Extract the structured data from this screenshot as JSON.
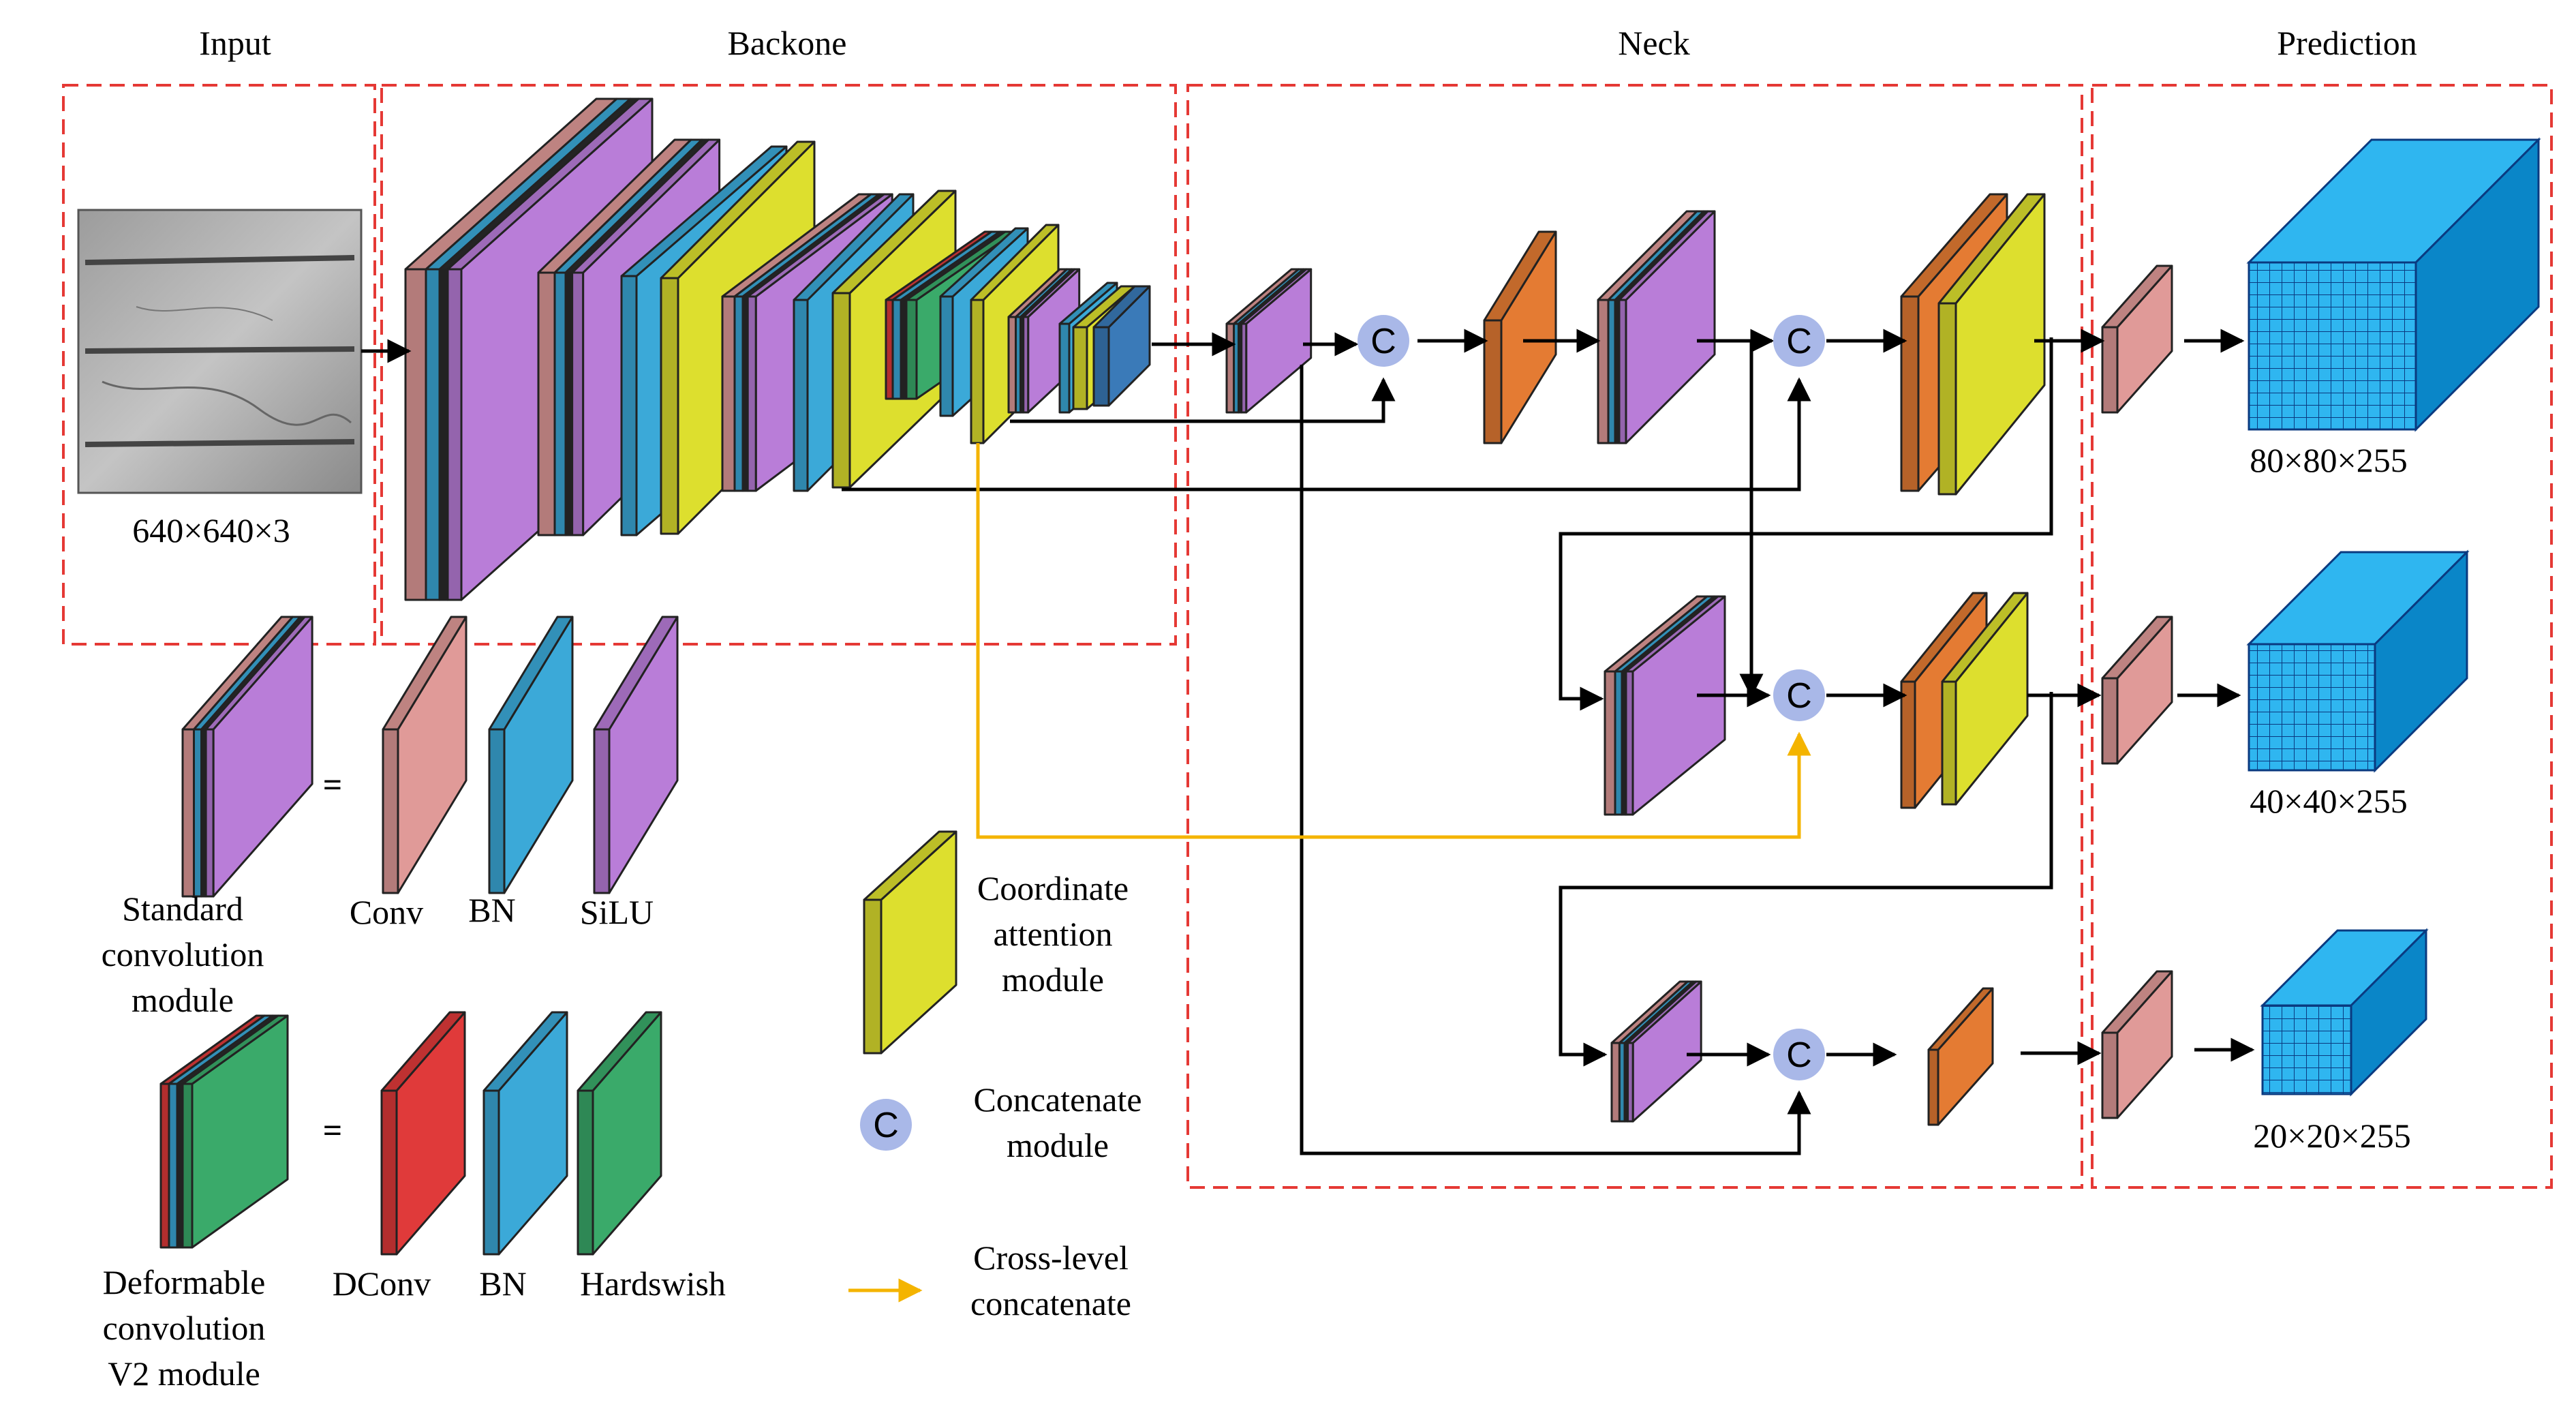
{
  "sections": {
    "input": "Input",
    "backbone": "Backone",
    "neck": "Neck",
    "prediction": "Prediction"
  },
  "input_size": "640×640×3",
  "outputs": [
    "80×80×255",
    "40×40×255",
    "20×20×255"
  ],
  "concat_symbol": "C",
  "legend": {
    "standard": {
      "title": [
        "Standard",
        "convolution",
        "module"
      ],
      "parts": [
        "Conv",
        "BN",
        "SiLU"
      ]
    },
    "deformable": {
      "title": [
        "Deformable",
        "convolution",
        "V2 module"
      ],
      "parts": [
        "DConv",
        "BN",
        "Hardswish"
      ]
    },
    "equals": "=",
    "coordinate_attention": [
      "Coordinate",
      "attention",
      "module"
    ],
    "concatenate": [
      "Concatenate",
      "module"
    ],
    "cross_level": [
      "Cross-level",
      "concatenate"
    ]
  },
  "colors": {
    "conv": "#E09A98",
    "bn": "#3BA9D8",
    "silu": "#B97DD8",
    "dconv": "#E03A3A",
    "hardswish": "#3AAA6A",
    "attention": "#DDDF2E",
    "neck_block": "#E47B33",
    "output_cube": "#2FB6F0",
    "concat_node": "#A9B8E8",
    "cross_level_arrow": "#F4B400",
    "dashed_box": "#E53935"
  }
}
